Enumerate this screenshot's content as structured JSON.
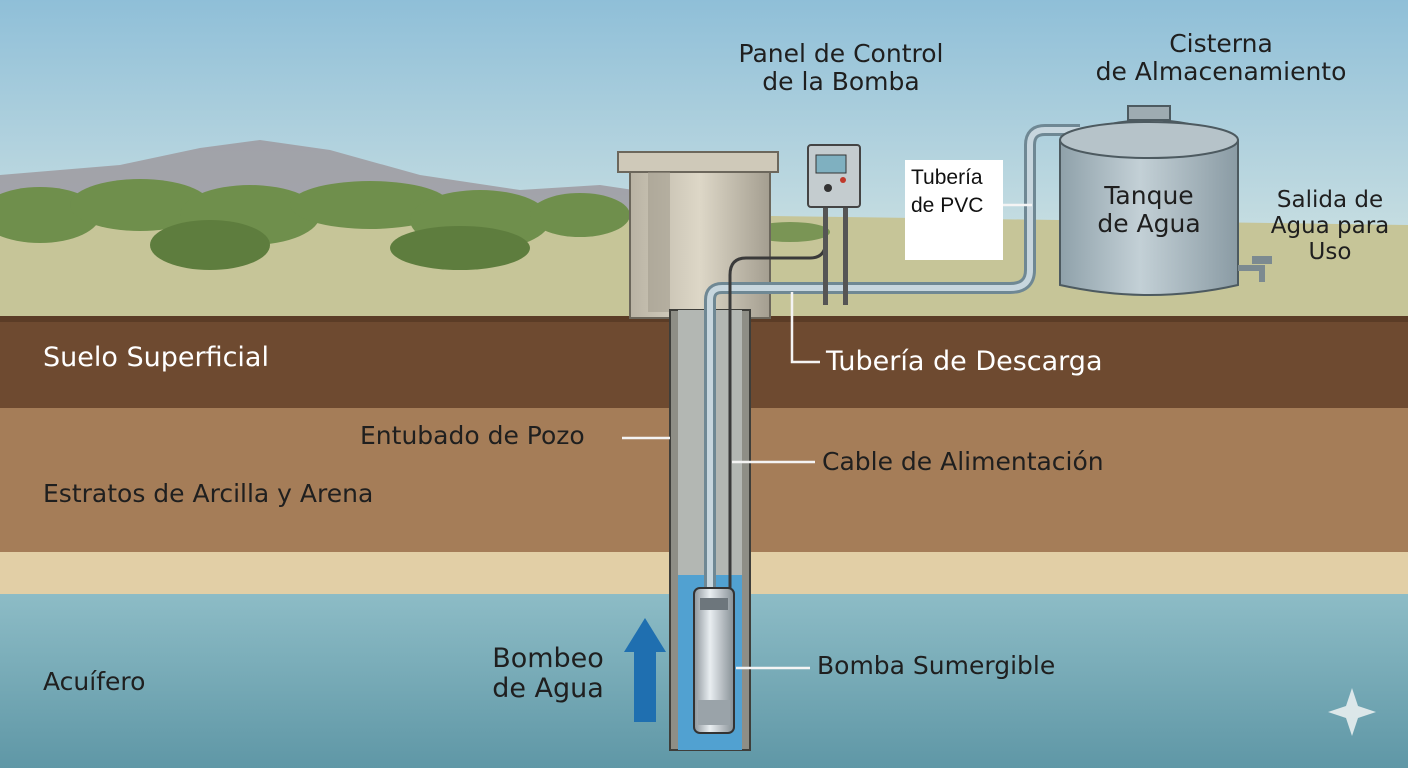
{
  "labels": {
    "panel_line1": "Panel de Control",
    "panel_line2": "de la Bomba",
    "cistern_line1": "Cisterna",
    "cistern_line2": "de Almacenamiento",
    "pvc_line1": "Tubería",
    "pvc_line2": "de PVC",
    "tank_line1": "Tanque",
    "tank_line2": "de Agua",
    "outlet_line1": "Salida de",
    "outlet_line2": "Agua para",
    "outlet_line3": "Uso",
    "topsoil": "Suelo Superficial",
    "discharge_pipe": "Tubería de Descarga",
    "well_casing": "Entubado de Pozo",
    "power_cable": "Cable de Alimentación",
    "clay_sand": "Estratos de Arcilla y Arena",
    "pumping_line1": "Bombeo",
    "pumping_line2": "de Agua",
    "submersible_pump": "Bomba Sumergible",
    "aquifer": "Acuífero"
  },
  "colors": {
    "sky_top": "#8fbfd8",
    "sky_bottom": "#d6e6e4",
    "grass": "#c8c79a",
    "topsoil": "#6e4a30",
    "clay": "#a57d58",
    "sand": "#e2cfa6",
    "aquifer": "#7fb1bd",
    "water": "#3f9ed6",
    "arrow": "#1f6fb0",
    "tank": "#a9b8bf",
    "pipe": "#b9c9d2"
  }
}
